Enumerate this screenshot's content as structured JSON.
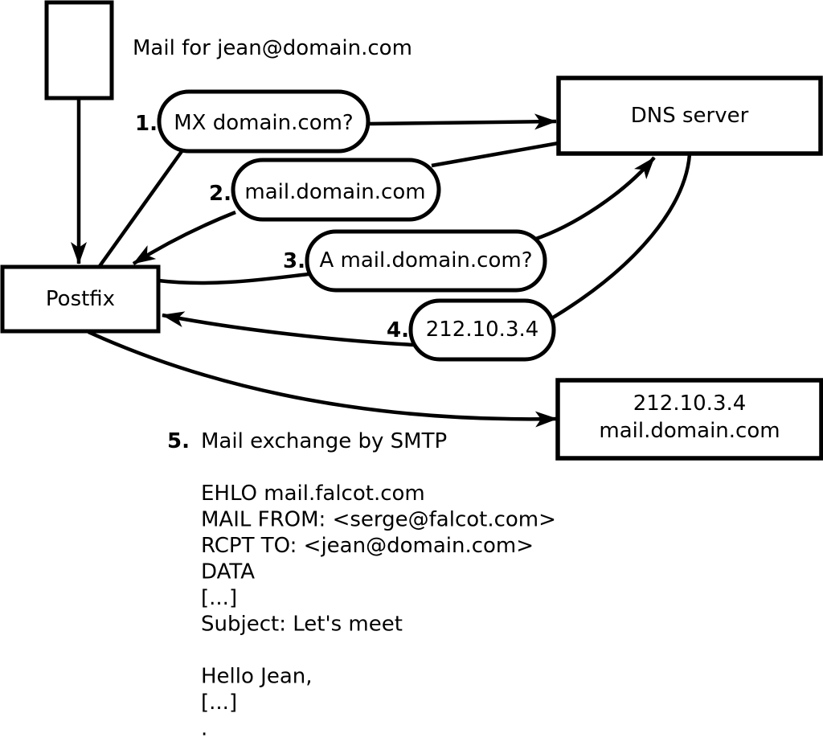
{
  "diagram": {
    "title_note": "Mail for jean@domain.com",
    "nodes": {
      "postfix": {
        "label": "Postfix"
      },
      "dns": {
        "label": "DNS server"
      },
      "mail_server": {
        "line1": "212.10.3.4",
        "line2": "mail.domain.com"
      }
    },
    "steps": [
      {
        "num": "1.",
        "label": "MX domain.com?"
      },
      {
        "num": "2.",
        "label": "mail.domain.com"
      },
      {
        "num": "3.",
        "label": "A mail.domain.com?"
      },
      {
        "num": "4.",
        "label": "212.10.3.4"
      },
      {
        "num": "5.",
        "label": "Mail exchange by SMTP"
      }
    ],
    "smtp_session": {
      "lines": [
        "EHLO mail.falcot.com",
        "MAIL FROM: <serge@falcot.com>",
        "RCPT TO: <jean@domain.com>",
        "DATA",
        "[...]",
        "Subject: Let's meet",
        "",
        "Hello Jean,",
        "[...]",
        "."
      ]
    },
    "colors": {
      "stroke": "#000000",
      "background": "#ffffff"
    }
  }
}
